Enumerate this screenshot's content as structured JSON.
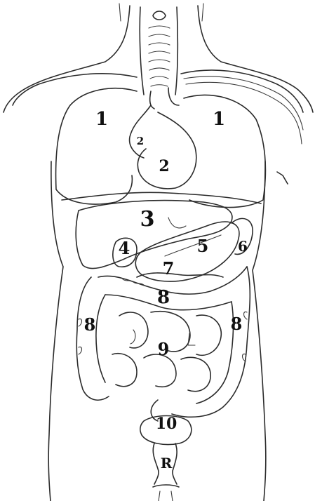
{
  "colors": {
    "ink": "#2b2b2b",
    "paper": "#ffffff",
    "label": "#111111"
  },
  "labels": {
    "lung_left": "1",
    "lung_right": "1",
    "heart_upper": "2",
    "heart_lower": "2",
    "liver": "3",
    "gallbladder": "4",
    "stomach": "5",
    "spleen": "6",
    "pancreas": "7",
    "colon_transverse": "8",
    "colon_ascending": "8",
    "colon_descending": "8",
    "small_intestine": "9",
    "bladder": "10",
    "rectum": "R"
  }
}
